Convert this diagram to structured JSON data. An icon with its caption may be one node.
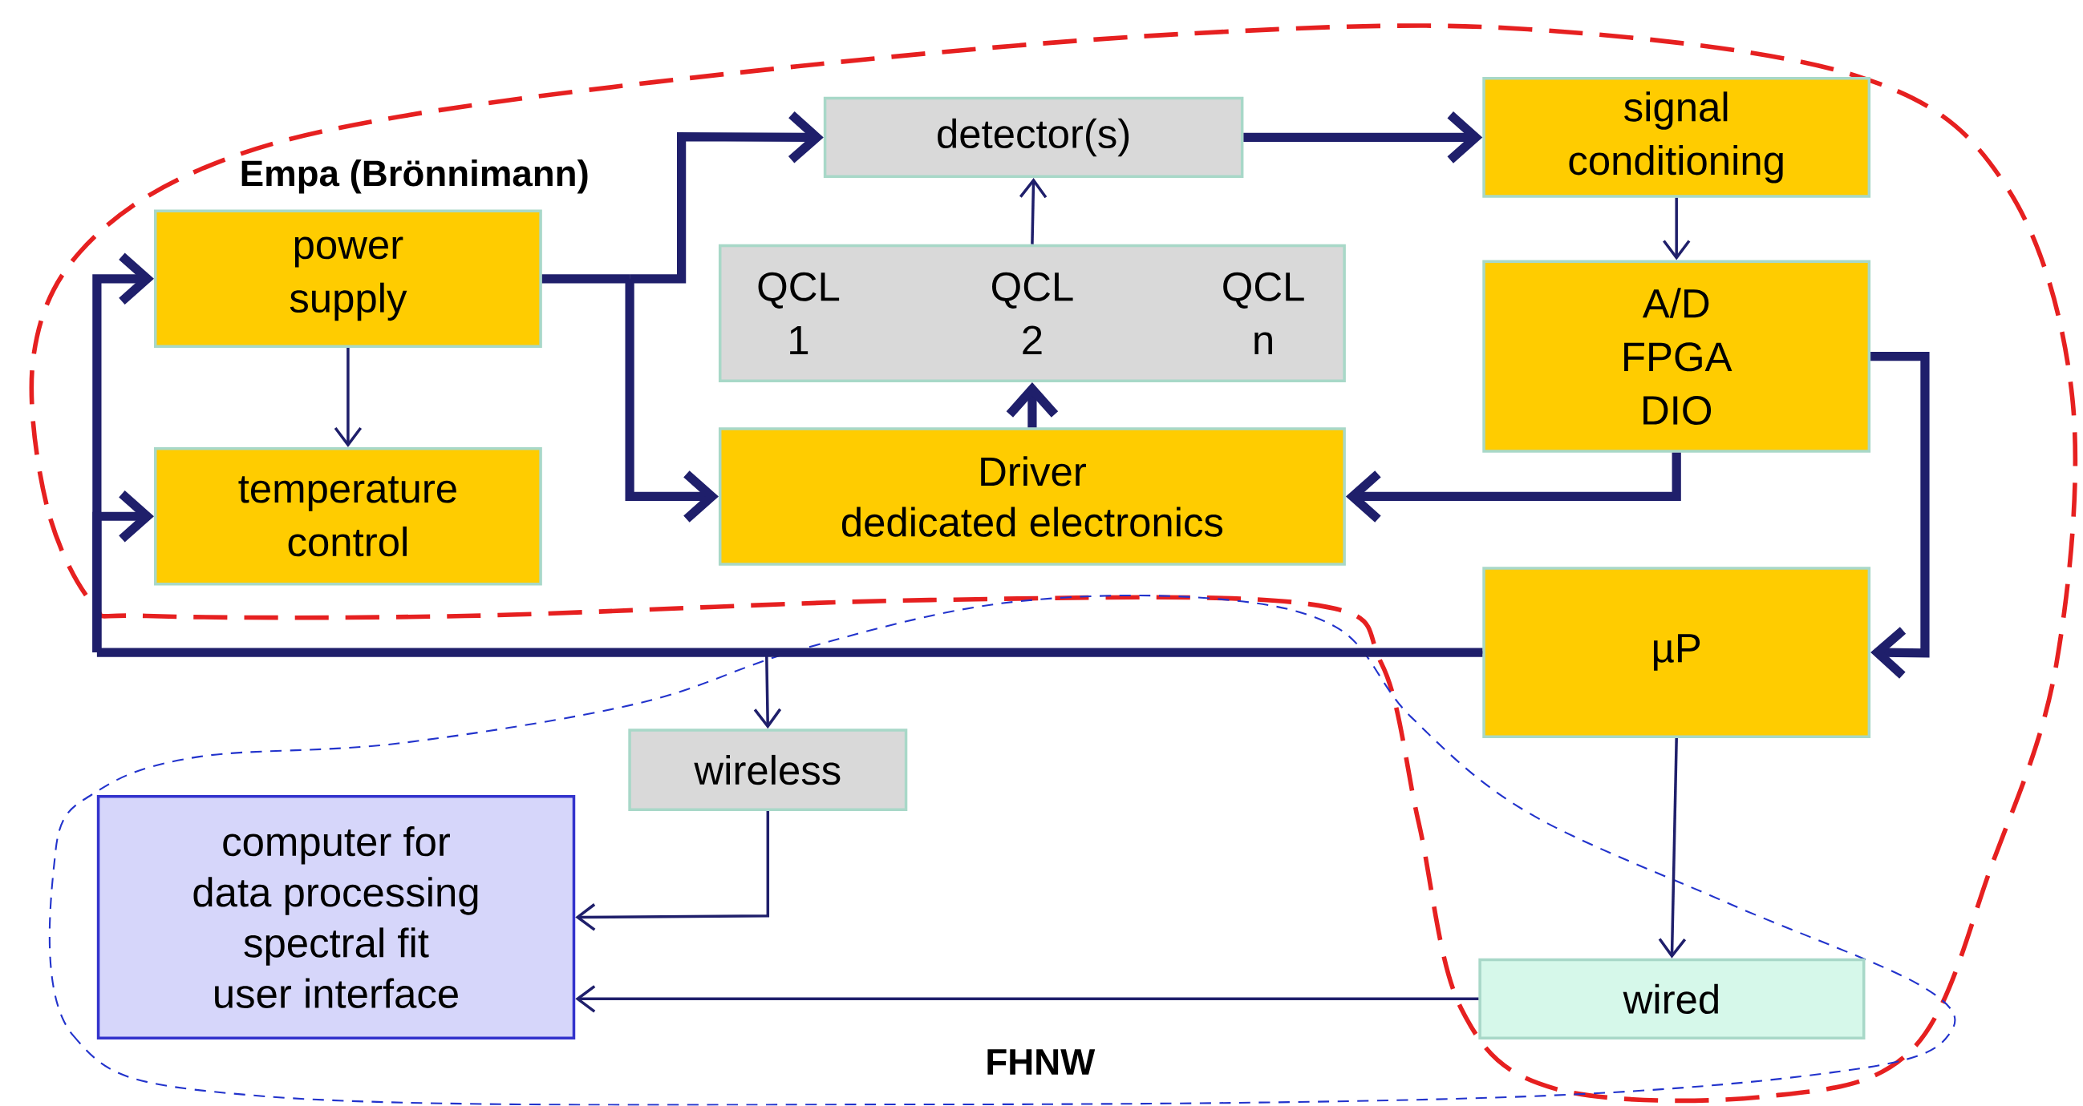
{
  "diagram": {
    "nodes": [
      {
        "text": [
          "detector(s)"
        ]
      },
      {
        "text": [
          "signal conditioning"
        ]
      },
      {
        "text": [
          "power supply"
        ]
      },
      {
        "text": [
          "QCL 1",
          "QCL 2",
          "QCL n"
        ]
      },
      {
        "text": [
          "A/D FPGA DIO"
        ]
      },
      {
        "text": [
          "temperature control"
        ]
      },
      {
        "text": [
          "Driver",
          "dedicated electronics"
        ]
      },
      {
        "text": [
          "µP"
        ]
      },
      {
        "text": [
          "wireless"
        ]
      },
      {
        "text": [
          "computer for",
          "data processing",
          "spectral fit",
          "user interface"
        ]
      },
      {
        "text": [
          "wired"
        ]
      }
    ],
    "edges": [
      {
        "from": 2,
        "to": 0,
        "arrow": "to"
      },
      {
        "from": 2,
        "to": 6,
        "arrow": "to"
      },
      {
        "from": 2,
        "to": 5,
        "arrow": "to"
      },
      {
        "from": 6,
        "to": 3,
        "arrow": "to"
      },
      {
        "from": 3,
        "to": 0,
        "arrow": "to"
      },
      {
        "from": 0,
        "to": 1,
        "arrow": "to"
      },
      {
        "from": 1,
        "to": 4,
        "arrow": "to"
      },
      {
        "from": 4,
        "to": 6,
        "arrow": "to"
      },
      {
        "from": 4,
        "to": 7,
        "arrow": "to"
      },
      {
        "from": 7,
        "to": 2,
        "arrow": "to"
      },
      {
        "from": 7,
        "to": 5,
        "arrow": "to"
      },
      {
        "from": 7,
        "to": 8,
        "arrow": "to"
      },
      {
        "from": 7,
        "to": 10,
        "arrow": "to"
      },
      {
        "from": 8,
        "to": 9,
        "arrow": "to"
      },
      {
        "from": 10,
        "to": 9,
        "arrow": "to"
      }
    ],
    "labels": [
      "Empa (Brönnimann)",
      "FHNW"
    ]
  }
}
